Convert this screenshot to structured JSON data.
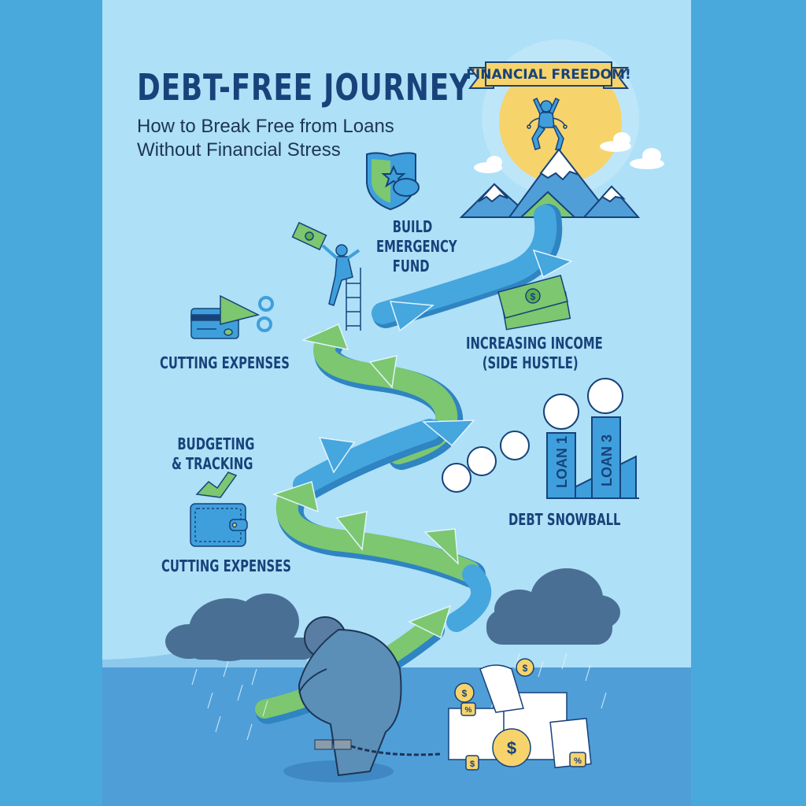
{
  "poster": {
    "title": "DEBT-FREE JOURNEY",
    "subtitle_line1": "How to Break Free from Loans",
    "subtitle_line2": "Without Financial Stress",
    "banner": "FINANCIAL FREEDOM!"
  },
  "steps": [
    {
      "id": "emergency-fund",
      "lines": [
        "BUILD",
        "EMERGENCY",
        "FUND"
      ],
      "icon": "shield-piggy-bank-icon"
    },
    {
      "id": "cutting-expenses-top",
      "lines": [
        "CUTTING EXPENSES"
      ],
      "icon": "credit-card-scissors-icon"
    },
    {
      "id": "increasing-income",
      "lines": [
        "INCREASING INCOME",
        "(SIDE HUSTLE)"
      ],
      "icon": "cash-bills-icon"
    },
    {
      "id": "budgeting",
      "lines": [
        "BUDGETING",
        "& TRACKING"
      ],
      "icon": "wallet-growth-icon"
    },
    {
      "id": "cutting-expenses-bottom",
      "lines": [
        "CUTTING EXPENSES"
      ],
      "icon": "wallet-growth-icon"
    },
    {
      "id": "debt-snowball",
      "lines": [
        "DEBT SNOWBALL"
      ],
      "icon": "snowball-loans-icon"
    }
  ],
  "loans": [
    "LOAN 1",
    "LOAN 3"
  ],
  "symbols": {
    "dollar": "$",
    "percent": "%"
  },
  "colors": {
    "outer_bg": "#4aa9dc",
    "sky": "#aee0f7",
    "water": "#4f9ed8",
    "title": "#17427a",
    "path_blue": "#3f9fdc",
    "path_green": "#7cc76f",
    "sun": "#f7d36b",
    "banner": "#f7d36b",
    "storm_cloud": "#4a6f94"
  }
}
